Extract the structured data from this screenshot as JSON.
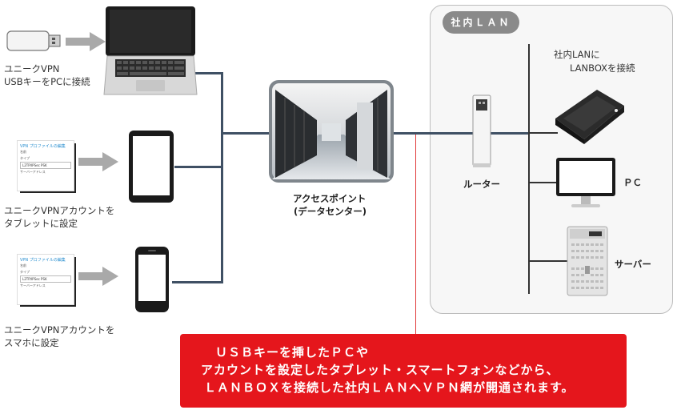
{
  "lan": {
    "tab_label": "社内ＬＡＮ",
    "connect_label_line1": "社内LANに",
    "connect_label_line2": "LANBOXを接続",
    "router_label": "ルーター",
    "pc_label": "ＰＣ",
    "server_label": "サーバー"
  },
  "access_point": {
    "label_line1": "アクセスポイント",
    "label_line2": "(データセンター)"
  },
  "clients": {
    "usb_line1": "ユニークVPN",
    "usb_line2": "USBキーをPCに接続",
    "tablet_line1": "ユニークVPNアカウントを",
    "tablet_line2": "タブレットに設定",
    "phone_line1": "ユニークVPNアカウントを",
    "phone_line2": "スマホに設定"
  },
  "profile_card": {
    "header": "VPN プロファイルの編集",
    "name_label": "名前",
    "type_label": "タイプ",
    "type_value": "L2TP/IPSec PSK",
    "server_label": "サーバーアドレス"
  },
  "message": {
    "line1": "ＵＳＢキーを挿したＰＣや",
    "line2": "アカウントを設定したタブレット・スマートフォンなどから、",
    "line3": "ＬＡＮＢＯＸを接続した社内ＬＡＮへＶＰＮ網が開通されます。"
  },
  "colors": {
    "connector": "#3f5064",
    "message_bg": "#e5161c",
    "lan_bg": "#f7f7f7",
    "tab_bg": "#8a8a8a"
  }
}
